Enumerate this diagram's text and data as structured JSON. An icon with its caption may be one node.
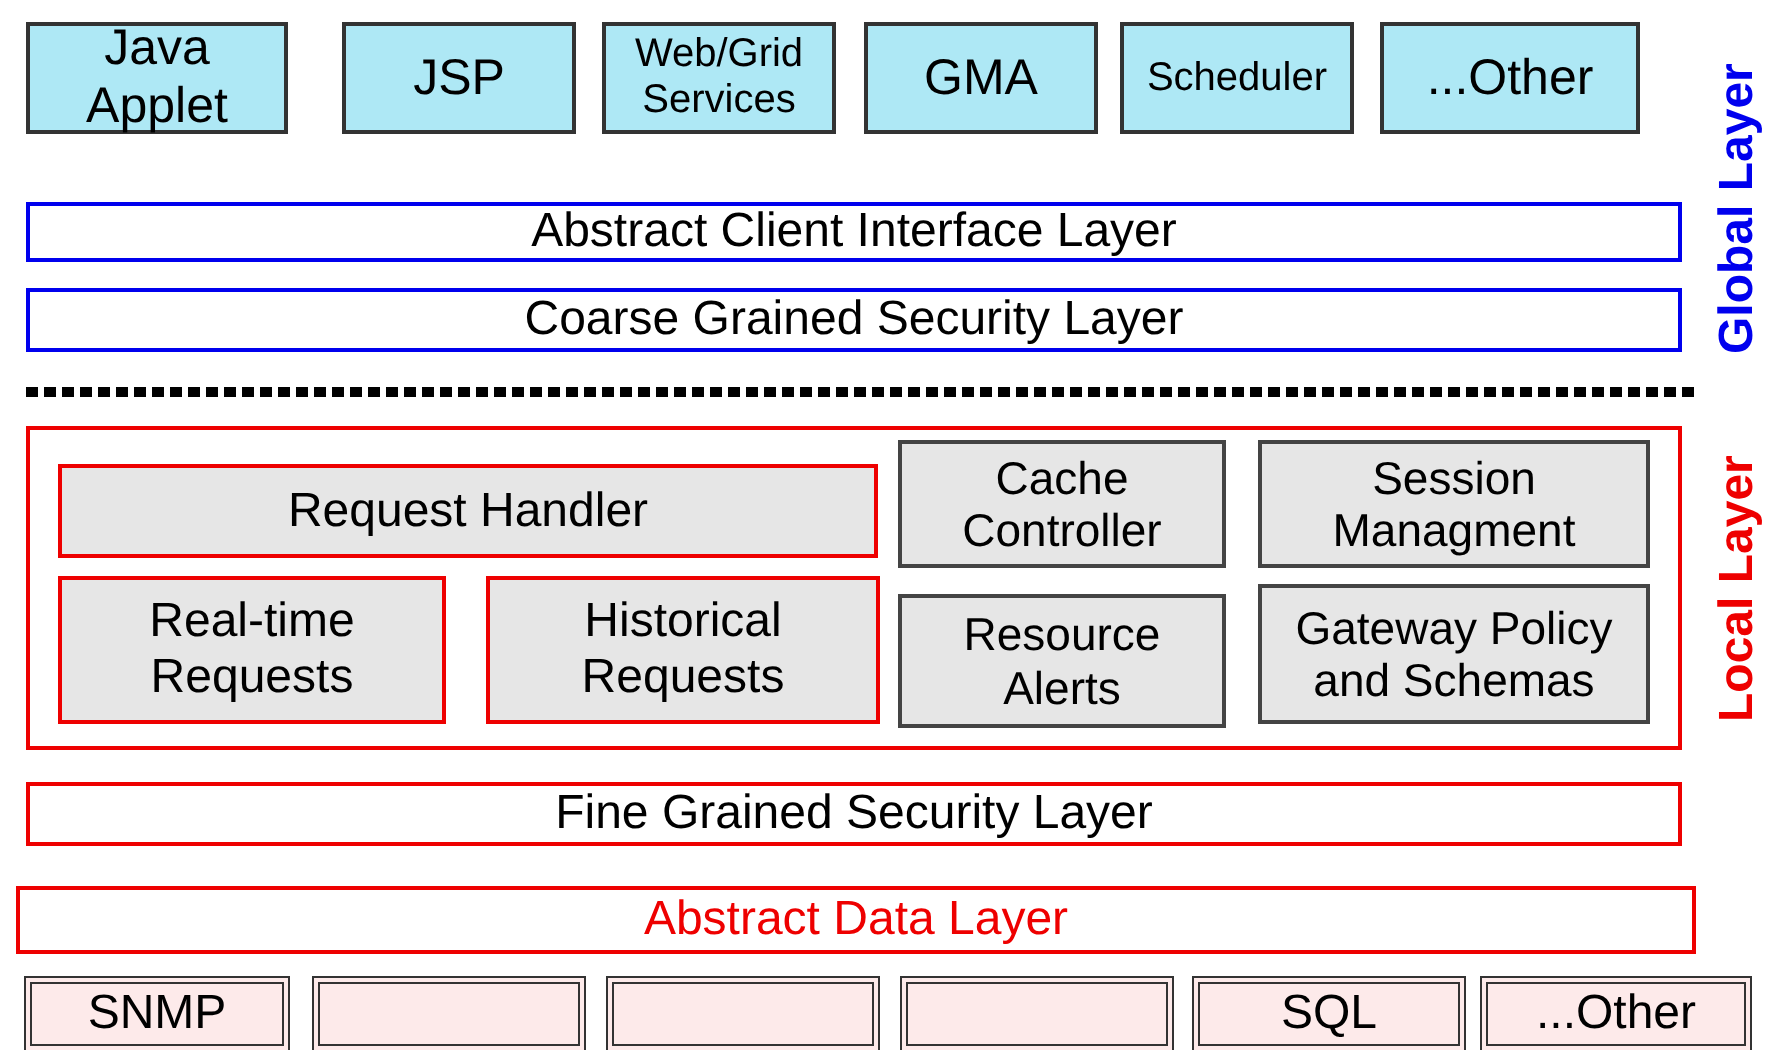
{
  "diagram": {
    "nodes": [
      {
        "text": [
          "Java Applet"
        ]
      },
      {
        "text": [
          "JSP"
        ]
      },
      {
        "text": [
          "Web/Grid Services"
        ]
      },
      {
        "text": [
          "GMA"
        ]
      },
      {
        "text": [
          "Scheduler"
        ]
      },
      {
        "text": [
          "...Other"
        ]
      },
      {
        "text": [
          "Abstract Client Interface Layer"
        ]
      },
      {
        "text": [
          "Coarse Grained Security Layer"
        ]
      },
      {
        "text": [],
        "shape": "box"
      },
      {
        "text": [
          "Request Handler"
        ],
        "in": 8
      },
      {
        "text": [
          "Cache Controller"
        ],
        "in": 8
      },
      {
        "text": [
          "Session Managment"
        ],
        "in": 8
      },
      {
        "text": [
          "Real-time Requests"
        ],
        "in": 8
      },
      {
        "text": [
          "Historical Requests"
        ],
        "in": 8
      },
      {
        "text": [
          "Resource Alerts"
        ],
        "in": 8
      },
      {
        "text": [
          "Gateway Policy and Schemas"
        ],
        "in": 8
      },
      {
        "text": [
          "Fine Grained Security Layer"
        ]
      },
      {
        "text": [
          "Abstract Data Layer"
        ]
      },
      {
        "text": [
          "SNMP"
        ]
      },
      {
        "text": [],
        "shape": "box"
      },
      {
        "text": [],
        "shape": "box"
      },
      {
        "text": [],
        "shape": "box"
      },
      {
        "text": [
          "SQL"
        ]
      },
      {
        "text": [
          "...Other"
        ]
      }
    ],
    "edges": [],
    "labels": [
      "Global Layer",
      "Local Layer"
    ]
  }
}
